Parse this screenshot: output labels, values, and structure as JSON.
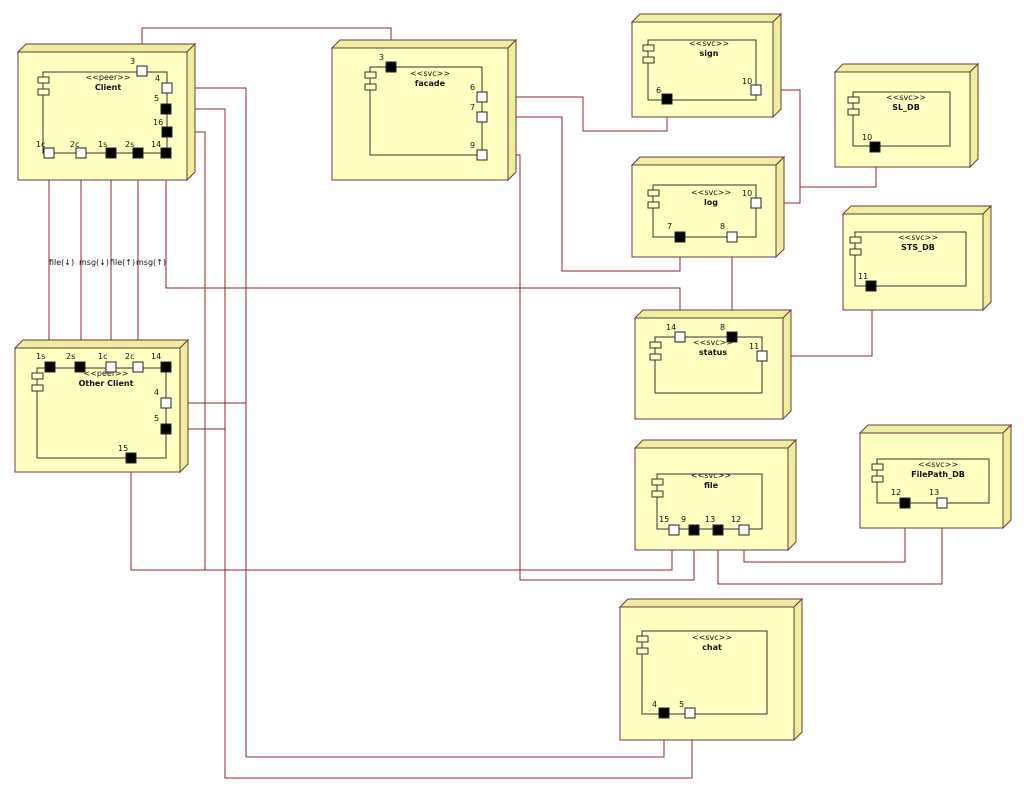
{
  "colors": {
    "node_fill": "#ffffc2",
    "node_side": "#eeeea0",
    "node_border": "#6e3a3a",
    "wire": "#8b2a2a",
    "port_filled": "#000000",
    "port_open": "#ffffff"
  },
  "nodes": [
    {
      "id": "client",
      "stereotype": "<<peer>>",
      "name": "Client"
    },
    {
      "id": "other",
      "stereotype": "<<peer>>",
      "name": "Other Client"
    },
    {
      "id": "facade",
      "stereotype": "<<svc>>",
      "name": "facade"
    },
    {
      "id": "sign",
      "stereotype": "<<svc>>",
      "name": "sign"
    },
    {
      "id": "sldb",
      "stereotype": "<<svc>>",
      "name": "SL_DB"
    },
    {
      "id": "log",
      "stereotype": "<<svc>>",
      "name": "log"
    },
    {
      "id": "stsdb",
      "stereotype": "<<svc>>",
      "name": "STS_DB"
    },
    {
      "id": "status",
      "stereotype": "<<svc>>",
      "name": "status"
    },
    {
      "id": "file",
      "stereotype": "<<svc>>",
      "name": "file"
    },
    {
      "id": "filepathdb",
      "stereotype": "<<svc>>",
      "name": "FilePath_DB"
    },
    {
      "id": "chat",
      "stereotype": "<<svc>>",
      "name": "chat"
    }
  ],
  "ports": [
    {
      "node": "client",
      "label": "3",
      "filled": false
    },
    {
      "node": "client",
      "label": "4",
      "filled": false
    },
    {
      "node": "client",
      "label": "5",
      "filled": true
    },
    {
      "node": "client",
      "label": "16",
      "filled": true
    },
    {
      "node": "client",
      "label": "1c",
      "filled": false
    },
    {
      "node": "client",
      "label": "2c",
      "filled": false
    },
    {
      "node": "client",
      "label": "1s",
      "filled": true
    },
    {
      "node": "client",
      "label": "2s",
      "filled": true
    },
    {
      "node": "client",
      "label": "14",
      "filled": true
    },
    {
      "node": "other",
      "label": "1s",
      "filled": true
    },
    {
      "node": "other",
      "label": "2s",
      "filled": true
    },
    {
      "node": "other",
      "label": "1c",
      "filled": false
    },
    {
      "node": "other",
      "label": "2c",
      "filled": false
    },
    {
      "node": "other",
      "label": "14",
      "filled": true
    },
    {
      "node": "other",
      "label": "4",
      "filled": false
    },
    {
      "node": "other",
      "label": "5",
      "filled": true
    },
    {
      "node": "other",
      "label": "15",
      "filled": true
    },
    {
      "node": "facade",
      "label": "3",
      "filled": true
    },
    {
      "node": "facade",
      "label": "6",
      "filled": false
    },
    {
      "node": "facade",
      "label": "7",
      "filled": false
    },
    {
      "node": "facade",
      "label": "9",
      "filled": false
    },
    {
      "node": "sign",
      "label": "6",
      "filled": true
    },
    {
      "node": "sign",
      "label": "10",
      "filled": false
    },
    {
      "node": "sldb",
      "label": "10",
      "filled": true
    },
    {
      "node": "log",
      "label": "10",
      "filled": false
    },
    {
      "node": "log",
      "label": "7",
      "filled": true
    },
    {
      "node": "log",
      "label": "8",
      "filled": false
    },
    {
      "node": "stsdb",
      "label": "11",
      "filled": true
    },
    {
      "node": "status",
      "label": "14",
      "filled": false
    },
    {
      "node": "status",
      "label": "8",
      "filled": true
    },
    {
      "node": "status",
      "label": "11",
      "filled": false
    },
    {
      "node": "file",
      "label": "15",
      "filled": false
    },
    {
      "node": "file",
      "label": "9",
      "filled": true
    },
    {
      "node": "file",
      "label": "13",
      "filled": true
    },
    {
      "node": "file",
      "label": "12",
      "filled": false
    },
    {
      "node": "filepathdb",
      "label": "12",
      "filled": true
    },
    {
      "node": "filepathdb",
      "label": "13",
      "filled": false
    },
    {
      "node": "chat",
      "label": "4",
      "filled": true
    },
    {
      "node": "chat",
      "label": "5",
      "filled": false
    }
  ],
  "connectors": [
    {
      "label": "file(↓)"
    },
    {
      "label": "msg(↓)"
    },
    {
      "label": "file(↑)"
    },
    {
      "label": "msg(↑)"
    }
  ]
}
